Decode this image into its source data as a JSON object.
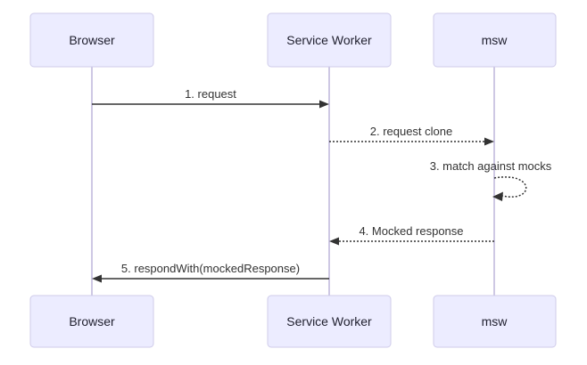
{
  "diagram": {
    "type": "sequence-diagram",
    "colors": {
      "background": "#ffffff",
      "actor_fill": "#ECECFF",
      "actor_border": "#CFCBEA",
      "lifeline": "#BDB6DC",
      "message_line": "#333333",
      "message_text": "#333333",
      "actor_text": "#1f1f2e"
    },
    "actors": [
      {
        "id": "browser",
        "label": "Browser"
      },
      {
        "id": "service-worker",
        "label": "Service Worker"
      },
      {
        "id": "msw",
        "label": "msw"
      }
    ],
    "messages": [
      {
        "seq": "1",
        "label": "1. request",
        "from": "Browser",
        "to": "Service Worker",
        "line": "solid"
      },
      {
        "seq": "2",
        "label": "2. request clone",
        "from": "Service Worker",
        "to": "msw",
        "line": "dashed"
      },
      {
        "seq": "3",
        "label": "3. match against mocks",
        "from": "msw",
        "to": "msw",
        "line": "dashed-self-loop"
      },
      {
        "seq": "4",
        "label": "4. Mocked response",
        "from": "msw",
        "to": "Service Worker",
        "line": "dashed"
      },
      {
        "seq": "5",
        "label": "5. respondWith(mockedResponse)",
        "from": "Service Worker",
        "to": "Browser",
        "line": "solid"
      }
    ]
  }
}
